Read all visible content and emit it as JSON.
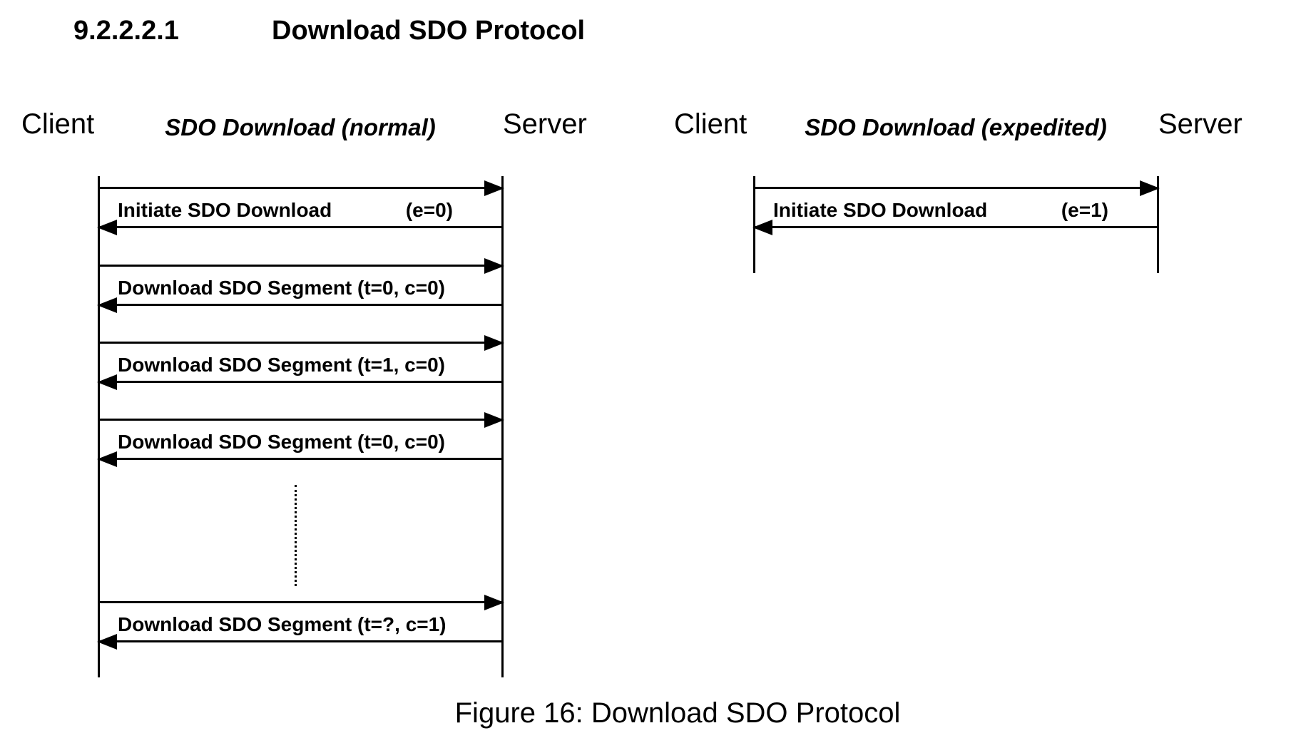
{
  "page": {
    "background_color": "#ffffff",
    "ink_color": "#000000"
  },
  "heading": {
    "number": "9.2.2.2.1",
    "title": "Download SDO Protocol"
  },
  "caption": "Figure 16: Download SDO Protocol",
  "diagrams": [
    {
      "id": "sdo-download-normal",
      "client_label": "Client",
      "server_label": "Server",
      "title": "SDO Download (normal)",
      "messages": [
        {
          "label": "Initiate SDO Download",
          "param": "(e=0)"
        },
        {
          "label": "Download SDO Segment (t=0, c=0)",
          "param": ""
        },
        {
          "label": "Download SDO Segment (t=1, c=0)",
          "param": ""
        },
        {
          "label": "Download SDO Segment (t=0, c=0)",
          "param": ""
        },
        {
          "label": "Download SDO Segment (t=?, c=1)",
          "param": ""
        }
      ]
    },
    {
      "id": "sdo-download-expedited",
      "client_label": "Client",
      "server_label": "Server",
      "title": "SDO Download (expedited)",
      "messages": [
        {
          "label": "Initiate SDO Download",
          "param": "(e=1)"
        }
      ]
    }
  ]
}
